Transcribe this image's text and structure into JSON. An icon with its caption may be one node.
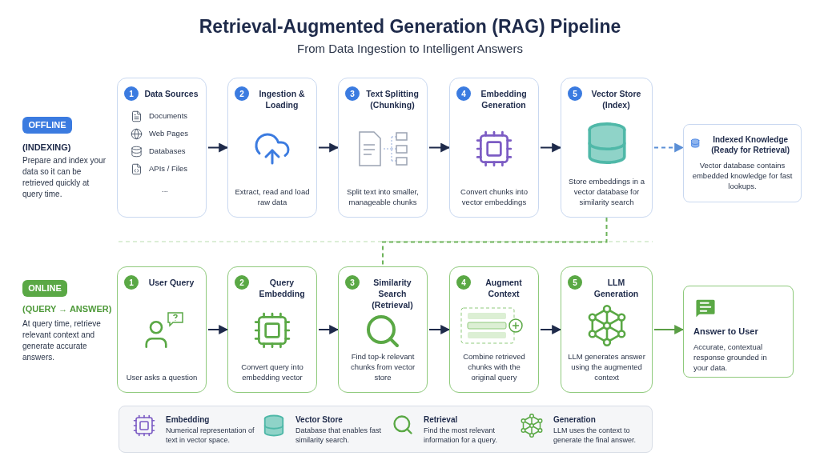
{
  "diagram": {
    "title": "Retrieval-Augmented Generation (RAG) Pipeline",
    "nodes": [
      {
        "text": [
          "OFFLINE"
        ]
      },
      {
        "text": [
          "1",
          "Data Sources",
          "Documents",
          "Web Pages",
          "Databases",
          "APIs / Files",
          "..."
        ]
      },
      {
        "text": [
          "2",
          "Ingestion & Loading",
          "Extract, read and load raw data"
        ]
      },
      {
        "text": [
          "3",
          "Text Splitting (Chunking)",
          "Split text into smaller, manageable chunks"
        ]
      },
      {
        "text": [
          "4",
          "Embedding Generation",
          "Convert chunks into vector embeddings"
        ]
      },
      {
        "text": [
          "5",
          "Vector Store (Index)",
          "Store embeddings in a vector database for similarity search"
        ]
      },
      {
        "text": [
          "Indexed Knowledge (Ready for Retrieval)",
          "Vector database contains embedded knowledge for fast lookups."
        ]
      },
      {
        "text": [
          "ONLINE"
        ]
      },
      {
        "text": [
          "1",
          "User Query",
          "User asks a question"
        ]
      },
      {
        "text": [
          "2",
          "Query Embedding",
          "Convert query into embedding vector"
        ]
      },
      {
        "text": [
          "3",
          "Similarity Search (Retrieval)",
          "Find top-k relevant chunks from vector store"
        ]
      },
      {
        "text": [
          "4",
          "Augment Context",
          "Combine retrieved chunks with the original query"
        ]
      },
      {
        "text": [
          "5",
          "LLM Generation",
          "LLM generates answer using the augmented context"
        ]
      },
      {
        "text": [
          "Answer to User",
          "Accurate, contextual response grounded in your data."
        ]
      },
      {
        "text": [
          "Embedding",
          "Numerical representation of text in vector space.",
          "Vector Store",
          "Database that enables fast similarity search.",
          "Retrieval",
          "Find the most relevant information for a query.",
          "Generation",
          "LLM uses the context to generate the final answer."
        ]
      }
    ],
    "edges": [
      {
        "from": 1,
        "to": 2,
        "arrow": "to"
      },
      {
        "from": 2,
        "to": 3,
        "arrow": "to"
      },
      {
        "from": 3,
        "to": 4,
        "arrow": "to"
      },
      {
        "from": 4,
        "to": 5,
        "arrow": "to"
      },
      {
        "from": 5,
        "to": 6,
        "arrow": "to",
        "style": "dashed",
        "color": "#5b8fd6"
      },
      {
        "from": 5,
        "to": 10,
        "arrow": "none",
        "style": "dashed",
        "color": "#6db35a"
      },
      {
        "from": 8,
        "to": 9,
        "arrow": "to"
      },
      {
        "from": 9,
        "to": 10,
        "arrow": "to"
      },
      {
        "from": 10,
        "to": 11,
        "arrow": "to"
      },
      {
        "from": 11,
        "to": 12,
        "arrow": "to"
      },
      {
        "from": 12,
        "to": 13,
        "arrow": "to",
        "color": "#5a9e45"
      }
    ],
    "labels": [
      "From Data Ingestion to Intelligent Answers",
      "(INDEXING)",
      "Prepare and index your data so it can be retrieved quickly at query time.",
      "(QUERY → ANSWER)",
      "At query time, retrieve relevant context and generate accurate answers."
    ]
  }
}
